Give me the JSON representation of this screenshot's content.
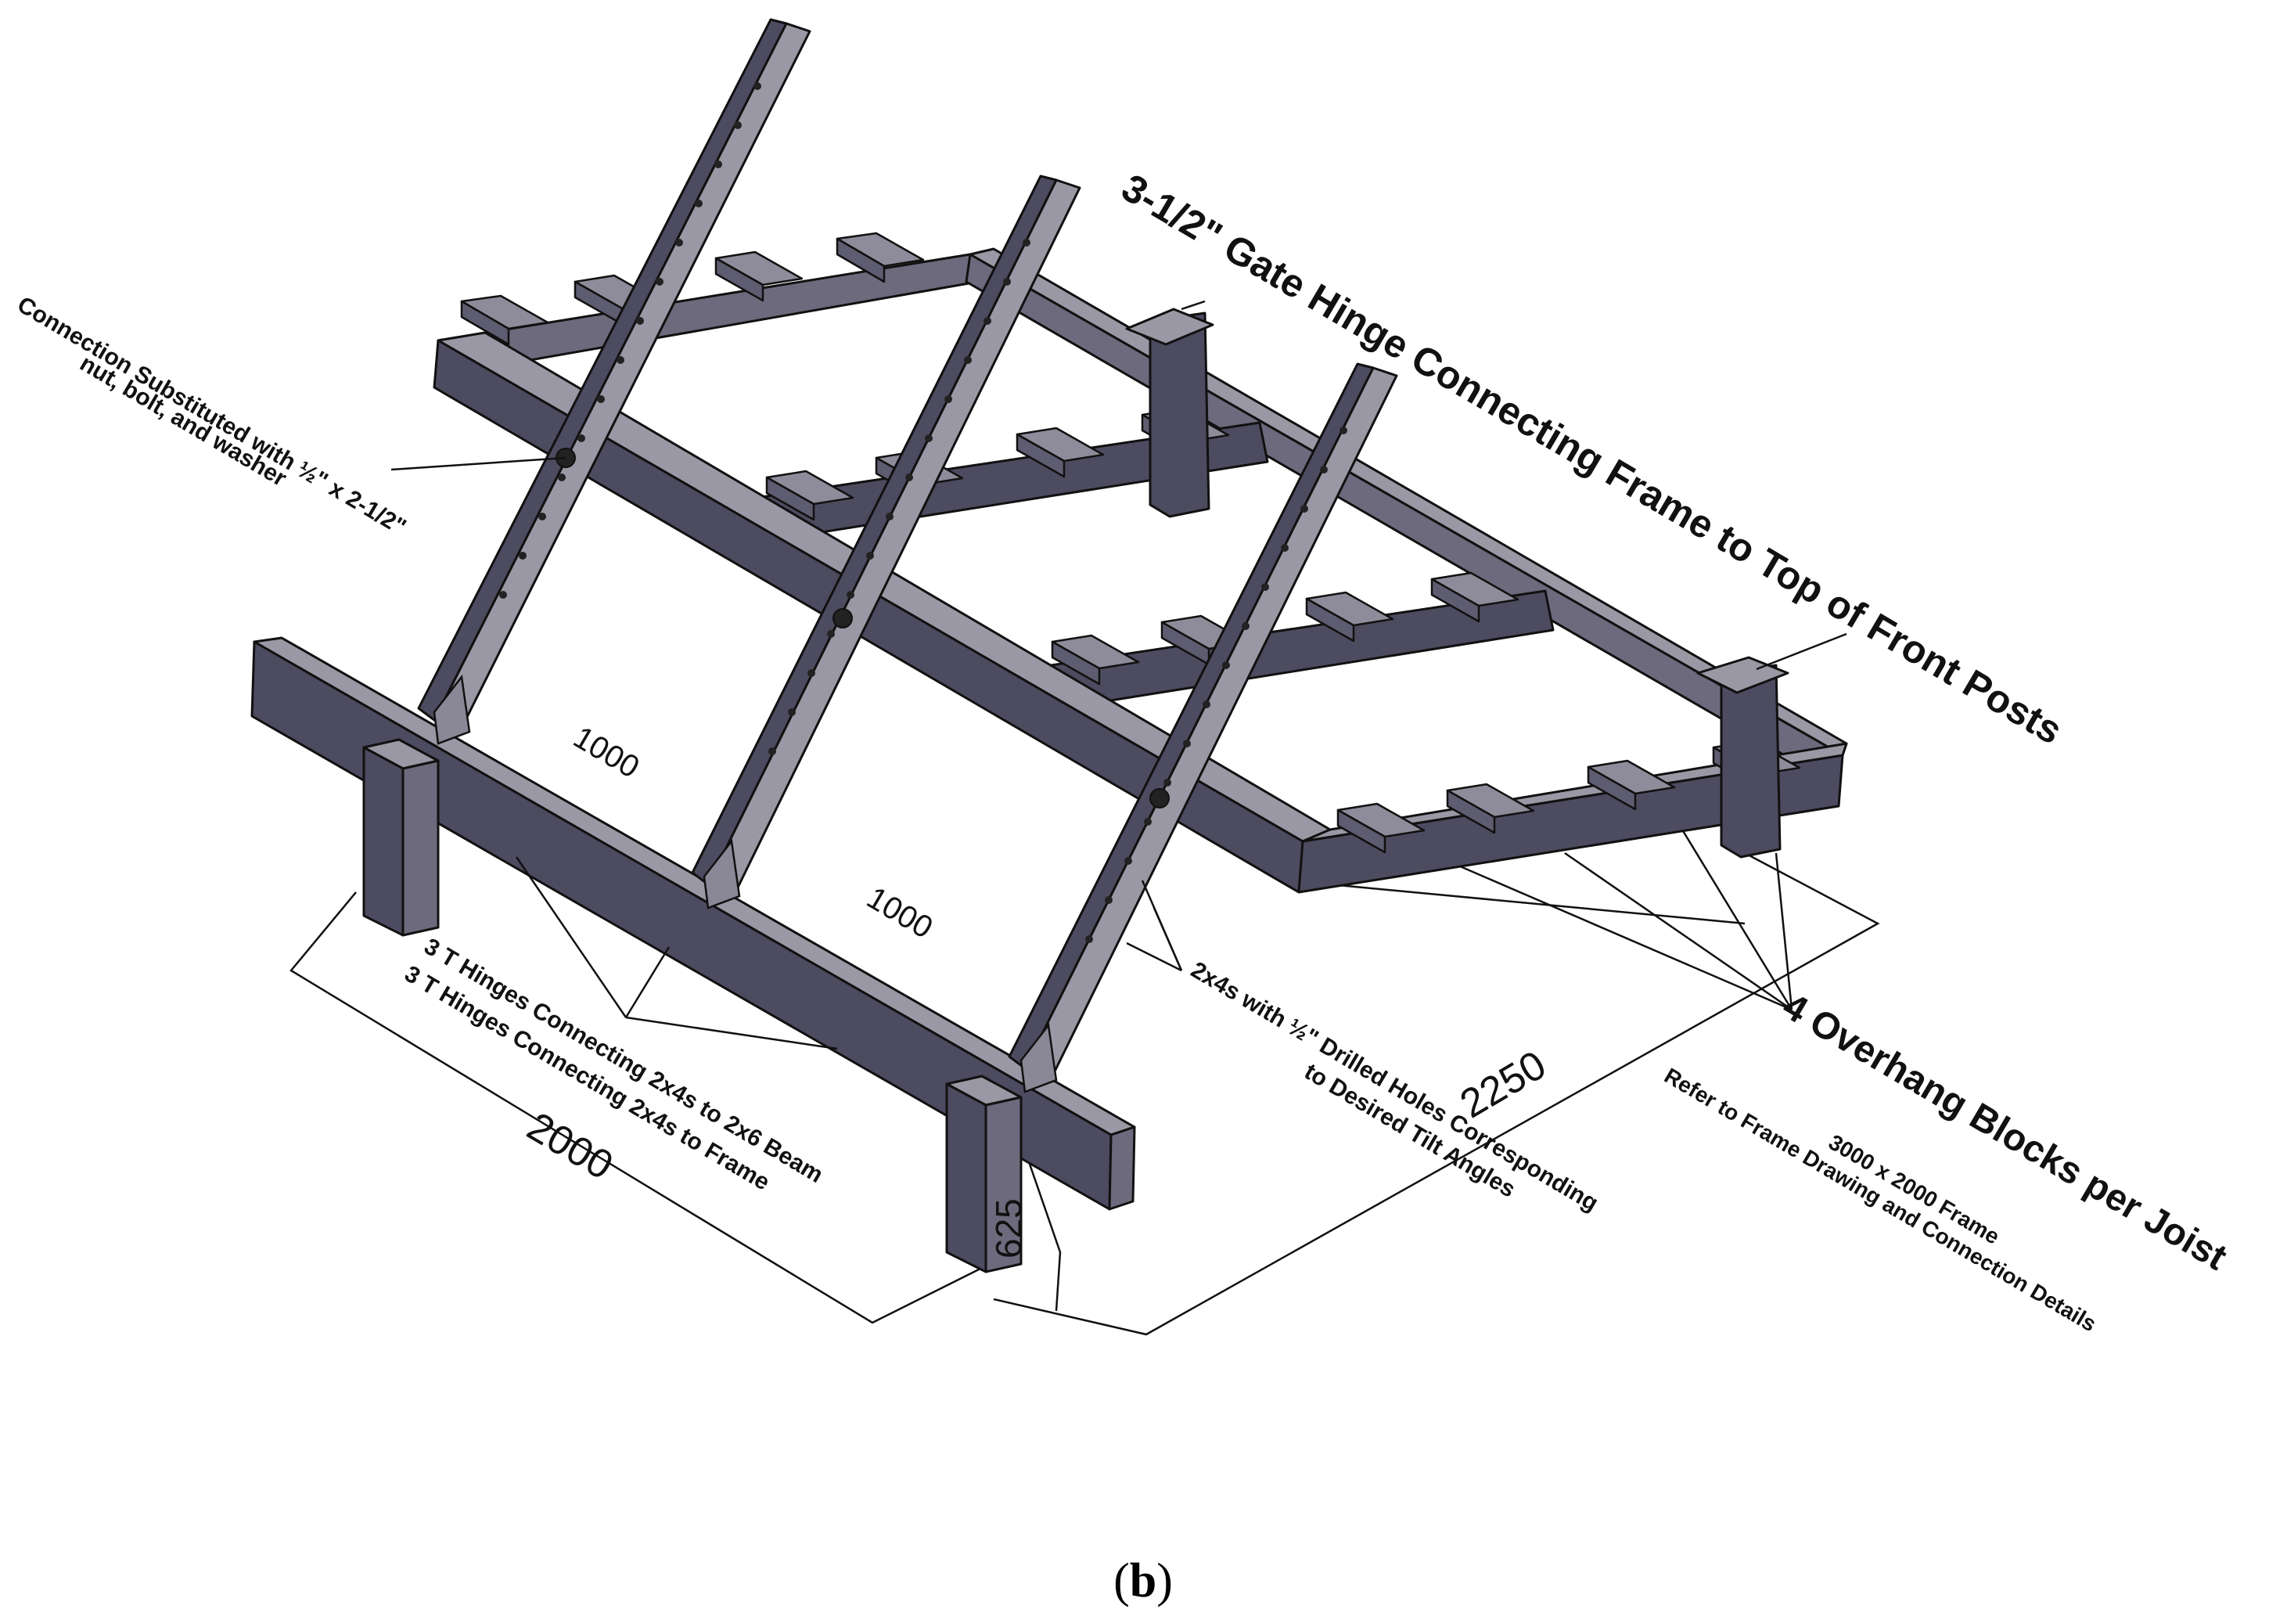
{
  "figure": {
    "caption_letter": "b",
    "caption_open": "(",
    "caption_close": ")"
  },
  "labels": {
    "gate_hinge": "3-1/2\" Gate Hinge Connecting Frame to Top of Front Posts",
    "connection_line1": "Connection Substituted with ½\" x 2-1/2\"",
    "connection_line2": "nut, bolt, and washer",
    "t_hinges_beam": "3 T Hinges Connecting 2x4s to 2x6 Beam",
    "t_hinges_frame": "3 T Hinges Connecting 2x4s to Frame",
    "drilled_line1": "2x4s with ½\" Drilled Holes Corresponding",
    "drilled_line2": "to Desired Tilt Angles",
    "overhang": "4 Overhang Blocks per Joist",
    "frame_size": "3000 x 2000 Frame",
    "refer": "Refer to Frame Drawing and Connection Details"
  },
  "dimensions": {
    "d1000_a": "1000",
    "d1000_b": "1000",
    "d2000": "2000",
    "d2250": "2250",
    "d625": "625"
  },
  "colors": {
    "steel_dark": "#4d4b60",
    "steel_light": "#9a98a4",
    "line": "#111111"
  }
}
